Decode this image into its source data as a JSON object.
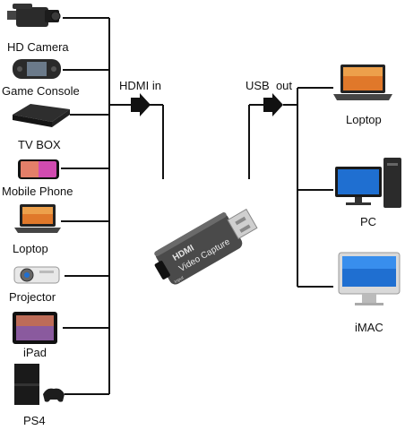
{
  "inputs": {
    "heading": "HDMI in",
    "devices": [
      {
        "label": "HD Camera",
        "icon": "camcorder-icon"
      },
      {
        "label": "Game Console",
        "icon": "handheld-console-icon"
      },
      {
        "label": "TV BOX",
        "icon": "tv-box-icon"
      },
      {
        "label": "Mobile Phone",
        "icon": "smartphone-icon"
      },
      {
        "label": "Loptop",
        "icon": "laptop-icon"
      },
      {
        "label": "Projector",
        "icon": "projector-icon"
      },
      {
        "label": "iPad",
        "icon": "tablet-icon"
      },
      {
        "label": "PS4",
        "icon": "game-console-icon"
      }
    ]
  },
  "capture_device": {
    "brand_text": "HDMI",
    "name_text": "Video Capture",
    "port_text": "Input",
    "icon": "usb-capture-card-icon"
  },
  "outputs": {
    "heading": "USB  out",
    "devices": [
      {
        "label": "Loptop",
        "icon": "laptop-icon"
      },
      {
        "label": "PC",
        "icon": "desktop-pc-icon"
      },
      {
        "label": "iMAC",
        "icon": "imac-icon"
      }
    ]
  },
  "colors": {
    "line": "#111111",
    "device_body": "#4a4a4a",
    "screen_blue": "#1f6fd1",
    "screen_orange": "#e0782a"
  }
}
